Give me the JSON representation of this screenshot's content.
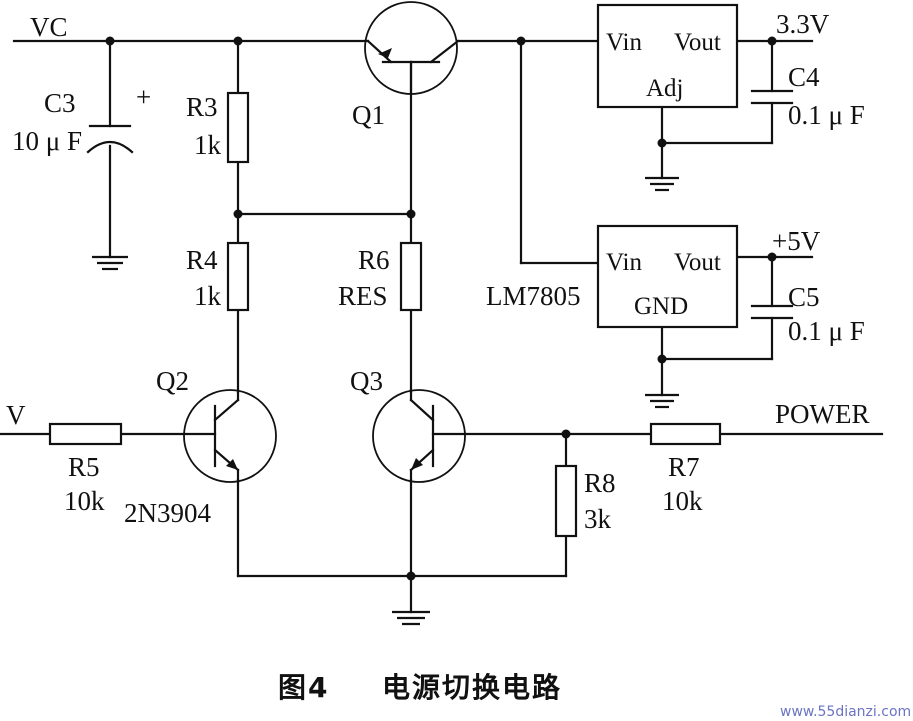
{
  "nets": {
    "vc": "VC",
    "v_in": "V",
    "out_3v3": "3.3V",
    "out_5v": "+5V",
    "power": "POWER"
  },
  "components": {
    "c3": {
      "ref": "C3",
      "value": "10 μ F",
      "polarity": "+"
    },
    "r3": {
      "ref": "R3",
      "value": "1k"
    },
    "r4": {
      "ref": "R4",
      "value": "1k"
    },
    "r5": {
      "ref": "R5",
      "value": "10k"
    },
    "r6": {
      "ref": "R6",
      "value": "RES"
    },
    "r7": {
      "ref": "R7",
      "value": "10k"
    },
    "r8": {
      "ref": "R8",
      "value": "3k"
    },
    "q1": {
      "ref": "Q1"
    },
    "q2": {
      "ref": "Q2",
      "part": "2N3904"
    },
    "q3": {
      "ref": "Q3"
    },
    "c4": {
      "ref": "C4",
      "value": "0.1 μ F"
    },
    "c5": {
      "ref": "C5",
      "value": "0.1 μ F"
    },
    "reg_top": {
      "vin": "Vin",
      "vout": "Vout",
      "adj": "Adj"
    },
    "reg_bottom": {
      "part": "LM7805",
      "vin": "Vin",
      "vout": "Vout",
      "gnd": "GND"
    }
  },
  "caption": {
    "number": "图4",
    "title": "电源切换电路"
  },
  "watermark": "www.55dianzi.com"
}
